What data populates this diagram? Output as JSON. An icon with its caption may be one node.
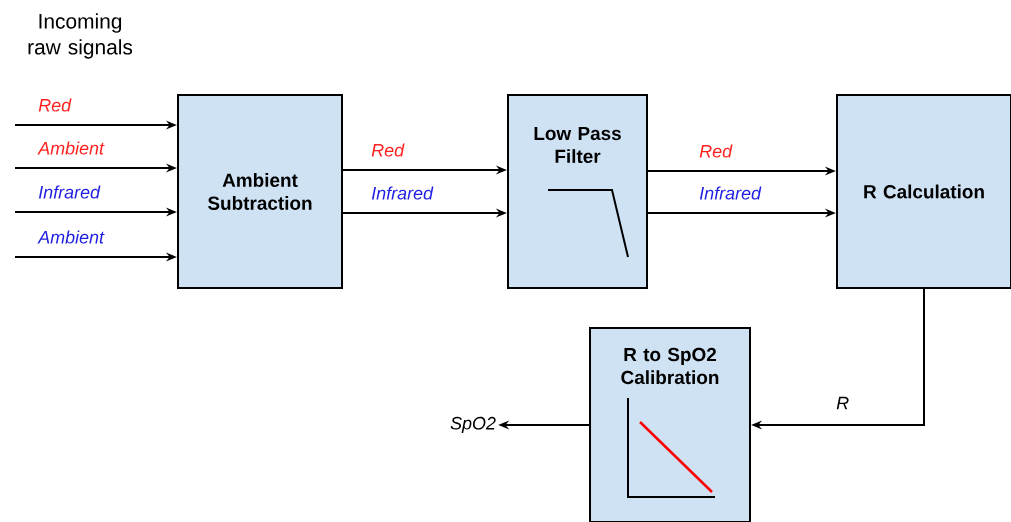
{
  "diagram": {
    "title": "Incoming raw signals",
    "nodes": [
      {
        "text": [
          "Ambient Subtraction"
        ]
      },
      {
        "text": [
          "Low Pass Filter"
        ]
      },
      {
        "text": [
          "R Calculation"
        ]
      },
      {
        "text": [
          "R to SpO2 Calibration"
        ]
      },
      {
        "text": [
          "SpO2"
        ]
      }
    ],
    "edges": [
      {
        "from": null,
        "to": 0,
        "arrow": "to",
        "label": "Red"
      },
      {
        "from": null,
        "to": 0,
        "arrow": "to",
        "label": "Ambient"
      },
      {
        "from": null,
        "to": 0,
        "arrow": "to",
        "label": "Infrared"
      },
      {
        "from": null,
        "to": 0,
        "arrow": "to",
        "label": "Ambient"
      },
      {
        "from": 0,
        "to": 1,
        "arrow": "to",
        "label": "Red"
      },
      {
        "from": 0,
        "to": 1,
        "arrow": "to",
        "label": "Infrared"
      },
      {
        "from": 1,
        "to": 2,
        "arrow": "to",
        "label": "Red"
      },
      {
        "from": 1,
        "to": 2,
        "arrow": "to",
        "label": "Infrared"
      },
      {
        "from": 2,
        "to": 3,
        "arrow": "to",
        "label": "R"
      },
      {
        "from": 3,
        "to": 4,
        "arrow": "to"
      }
    ]
  }
}
